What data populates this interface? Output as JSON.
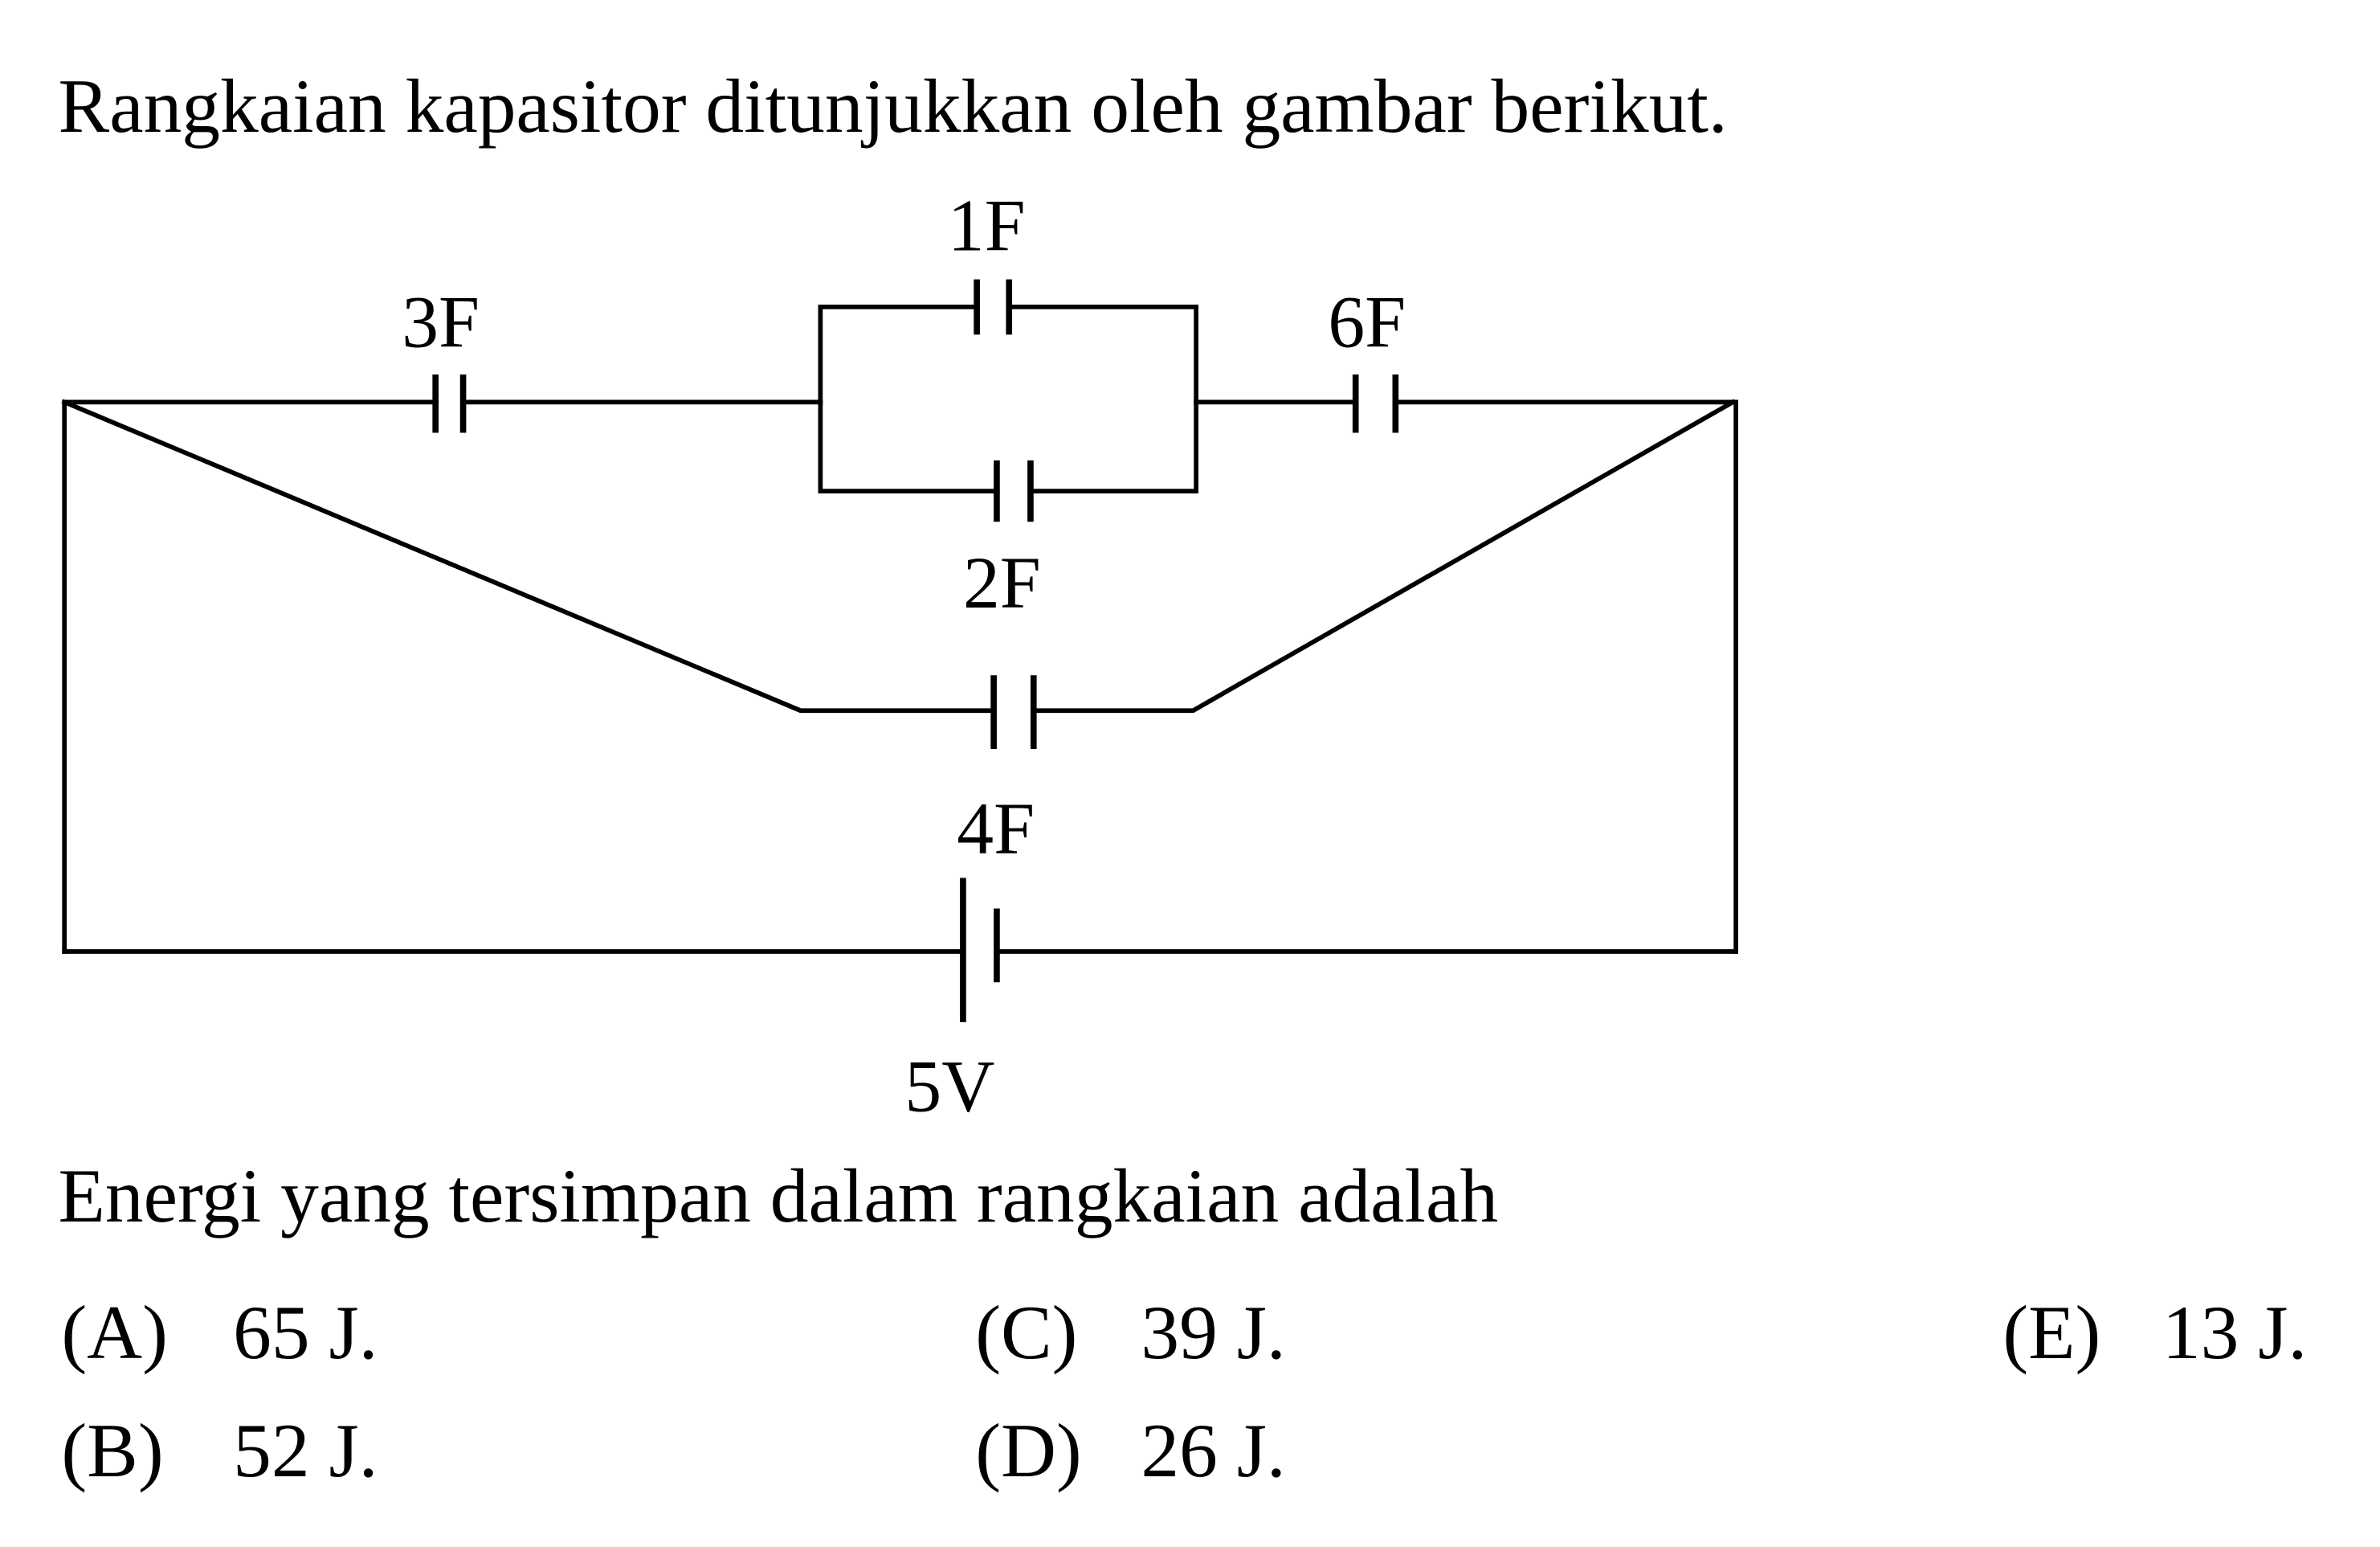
{
  "question": {
    "intro": "Rangkaian kapasitor ditunjukkan oleh gambar berikut.",
    "prompt": "Energi yang tersimpan dalam rangkaian adalah"
  },
  "circuit": {
    "c1": "1F",
    "c2": "2F",
    "c3": "3F",
    "c4": "4F",
    "c6": "6F",
    "battery": "5V"
  },
  "options": [
    {
      "letter": "(A)",
      "value": "65 J."
    },
    {
      "letter": "(B)",
      "value": "52 J."
    },
    {
      "letter": "(C)",
      "value": "39 J."
    },
    {
      "letter": "(D)",
      "value": "26 J."
    },
    {
      "letter": "(E)",
      "value": "13 J."
    }
  ]
}
